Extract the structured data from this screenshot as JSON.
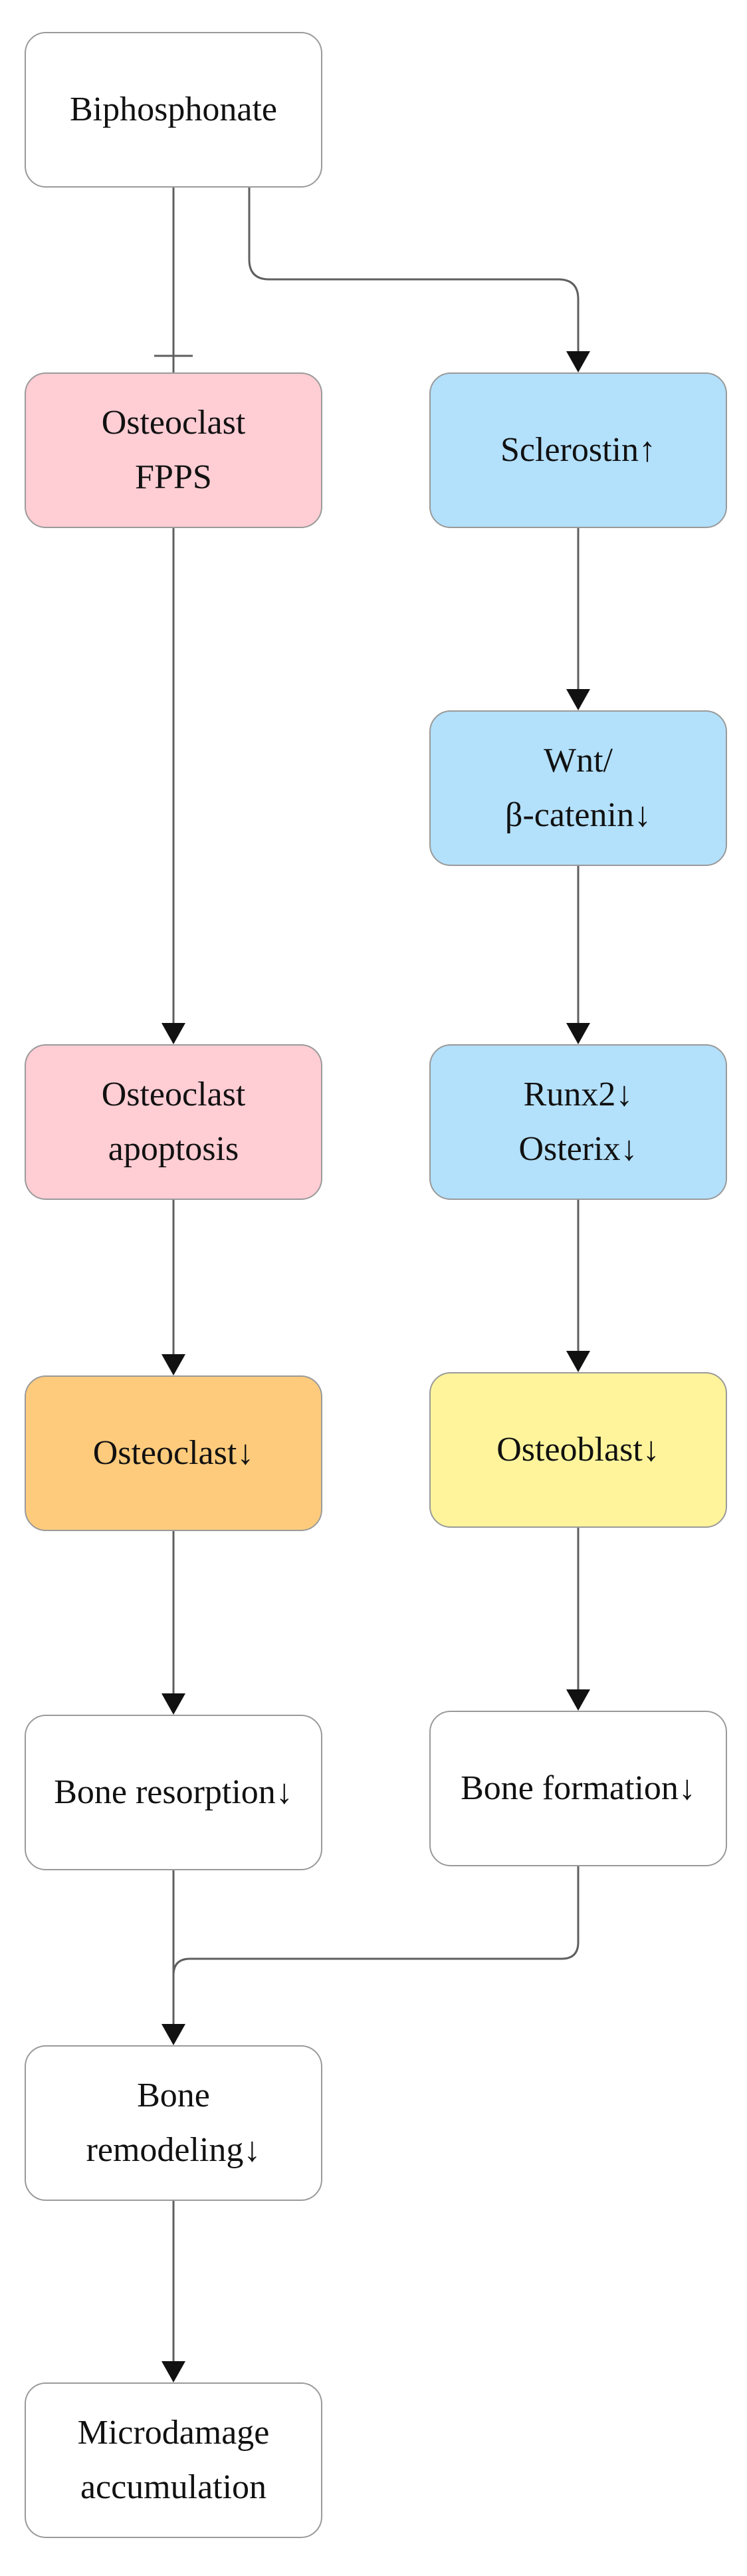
{
  "nodes": {
    "biphosphonate": {
      "lines": [
        "Biphosphonate"
      ],
      "color": "#ffffff"
    },
    "osteoclast_fpps": {
      "lines": [
        "Osteoclast",
        "FPPS"
      ],
      "color": "#ffcdd4"
    },
    "sclerostin": {
      "lines": [
        "Sclerostin↑"
      ],
      "color": "#b3e0fb"
    },
    "wnt": {
      "lines": [
        "Wnt/",
        "β-catenin↓"
      ],
      "color": "#b3e0fb"
    },
    "osteoclast_apoptosis": {
      "lines": [
        "Osteoclast",
        "apoptosis"
      ],
      "color": "#ffcdd4"
    },
    "runx2": {
      "lines": [
        "Runx2↓",
        "Osterix↓"
      ],
      "color": "#b3e0fb"
    },
    "osteoclast_down": {
      "lines": [
        "Osteoclast↓"
      ],
      "color": "#fecb7c"
    },
    "osteoblast_down": {
      "lines": [
        "Osteoblast↓"
      ],
      "color": "#fff49c"
    },
    "bone_resorption": {
      "lines": [
        "Bone resorption↓"
      ],
      "color": "#ffffff"
    },
    "bone_formation": {
      "lines": [
        "Bone formation↓"
      ],
      "color": "#ffffff"
    },
    "bone_remodeling": {
      "lines": [
        "Bone",
        "remodeling↓"
      ],
      "color": "#ffffff"
    },
    "microdamage": {
      "lines": [
        "Microdamage",
        "accumulation"
      ],
      "color": "#ffffff"
    }
  },
  "edges": [
    {
      "from": "biphosphonate",
      "to": "osteoclast_fpps",
      "type": "inhibition"
    },
    {
      "from": "biphosphonate",
      "to": "sclerostin",
      "type": "activation"
    },
    {
      "from": "osteoclast_fpps",
      "to": "osteoclast_apoptosis",
      "type": "activation"
    },
    {
      "from": "sclerostin",
      "to": "wnt",
      "type": "activation"
    },
    {
      "from": "wnt",
      "to": "runx2",
      "type": "activation"
    },
    {
      "from": "osteoclast_apoptosis",
      "to": "osteoclast_down",
      "type": "activation"
    },
    {
      "from": "runx2",
      "to": "osteoblast_down",
      "type": "activation"
    },
    {
      "from": "osteoclast_down",
      "to": "bone_resorption",
      "type": "activation"
    },
    {
      "from": "osteoblast_down",
      "to": "bone_formation",
      "type": "activation"
    },
    {
      "from": "bone_resorption",
      "to": "bone_remodeling",
      "type": "activation"
    },
    {
      "from": "bone_formation",
      "to": "bone_remodeling",
      "type": "activation"
    },
    {
      "from": "bone_remodeling",
      "to": "microdamage",
      "type": "activation"
    }
  ],
  "colors": {
    "line": "#5f5f5f",
    "arrowhead": "#111111",
    "border": "#9a9a9a"
  }
}
